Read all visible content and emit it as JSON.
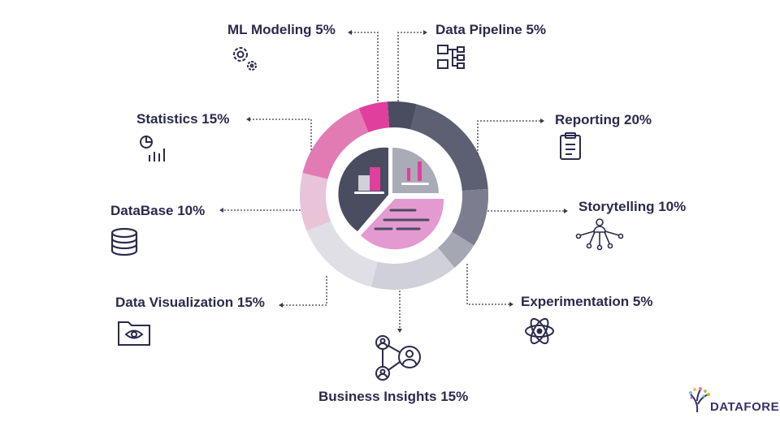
{
  "chart_data": {
    "type": "pie",
    "variant": "donut",
    "title": "",
    "segments": [
      {
        "name": "Data Pipeline",
        "value": 5,
        "color": "#4a4c5f",
        "label": "Data Pipeline 5%"
      },
      {
        "name": "Reporting",
        "value": 20,
        "color": "#5d6073",
        "label": "Reporting 20%"
      },
      {
        "name": "Storytelling",
        "value": 10,
        "color": "#7c7e8f",
        "label": "Storytelling 10%"
      },
      {
        "name": "Experimentation",
        "value": 5,
        "color": "#a5a7b3",
        "label": "Experimentation 5%"
      },
      {
        "name": "Business Insights",
        "value": 15,
        "color": "#cfd0d8",
        "label": "Business Insights 15%"
      },
      {
        "name": "Data Visualization",
        "value": 15,
        "color": "#dfdfe5",
        "label": "Data Visualization 15%"
      },
      {
        "name": "DataBase",
        "value": 10,
        "color": "#e9c3d8",
        "label": "DataBase 10%"
      },
      {
        "name": "Statistics",
        "value": 15,
        "color": "#e27ab4",
        "label": "Statistics 15%"
      },
      {
        "name": "ML Modeling",
        "value": 5,
        "color": "#e03f9d",
        "label": "ML Modeling 5%"
      }
    ]
  },
  "brand": {
    "name": "DATAFOREST"
  }
}
